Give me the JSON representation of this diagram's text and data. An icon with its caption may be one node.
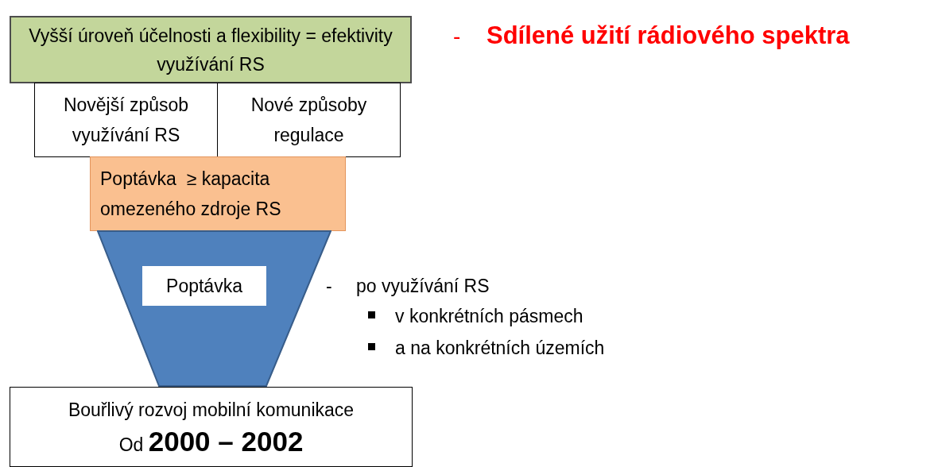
{
  "diagram": {
    "nodes": [
      {
        "text": [
          "Vyšší úroveň účelnosti a flexibility = efektivity využívání RS"
        ]
      },
      {
        "text": [
          "Novější způsob využívání RS"
        ]
      },
      {
        "text": [
          "Nové způsoby regulace"
        ]
      },
      {
        "text": [
          "Poptávka  ≥ kapacita omezeného zdroje RS"
        ]
      },
      {
        "text": [],
        "shape": "trapezoid"
      },
      {
        "text": [
          "Poptávka"
        ],
        "in": 4
      },
      {
        "text": [
          "Bouřlivý rozvoj mobilní komunikace",
          "Od **2000 – 2002**"
        ]
      }
    ],
    "labels": [
      "-",
      "Sdílené užití rádiového spektra",
      "-",
      "po využívání RS",
      "v konkrétních pásmech",
      "a na konkrétních územích"
    ]
  }
}
